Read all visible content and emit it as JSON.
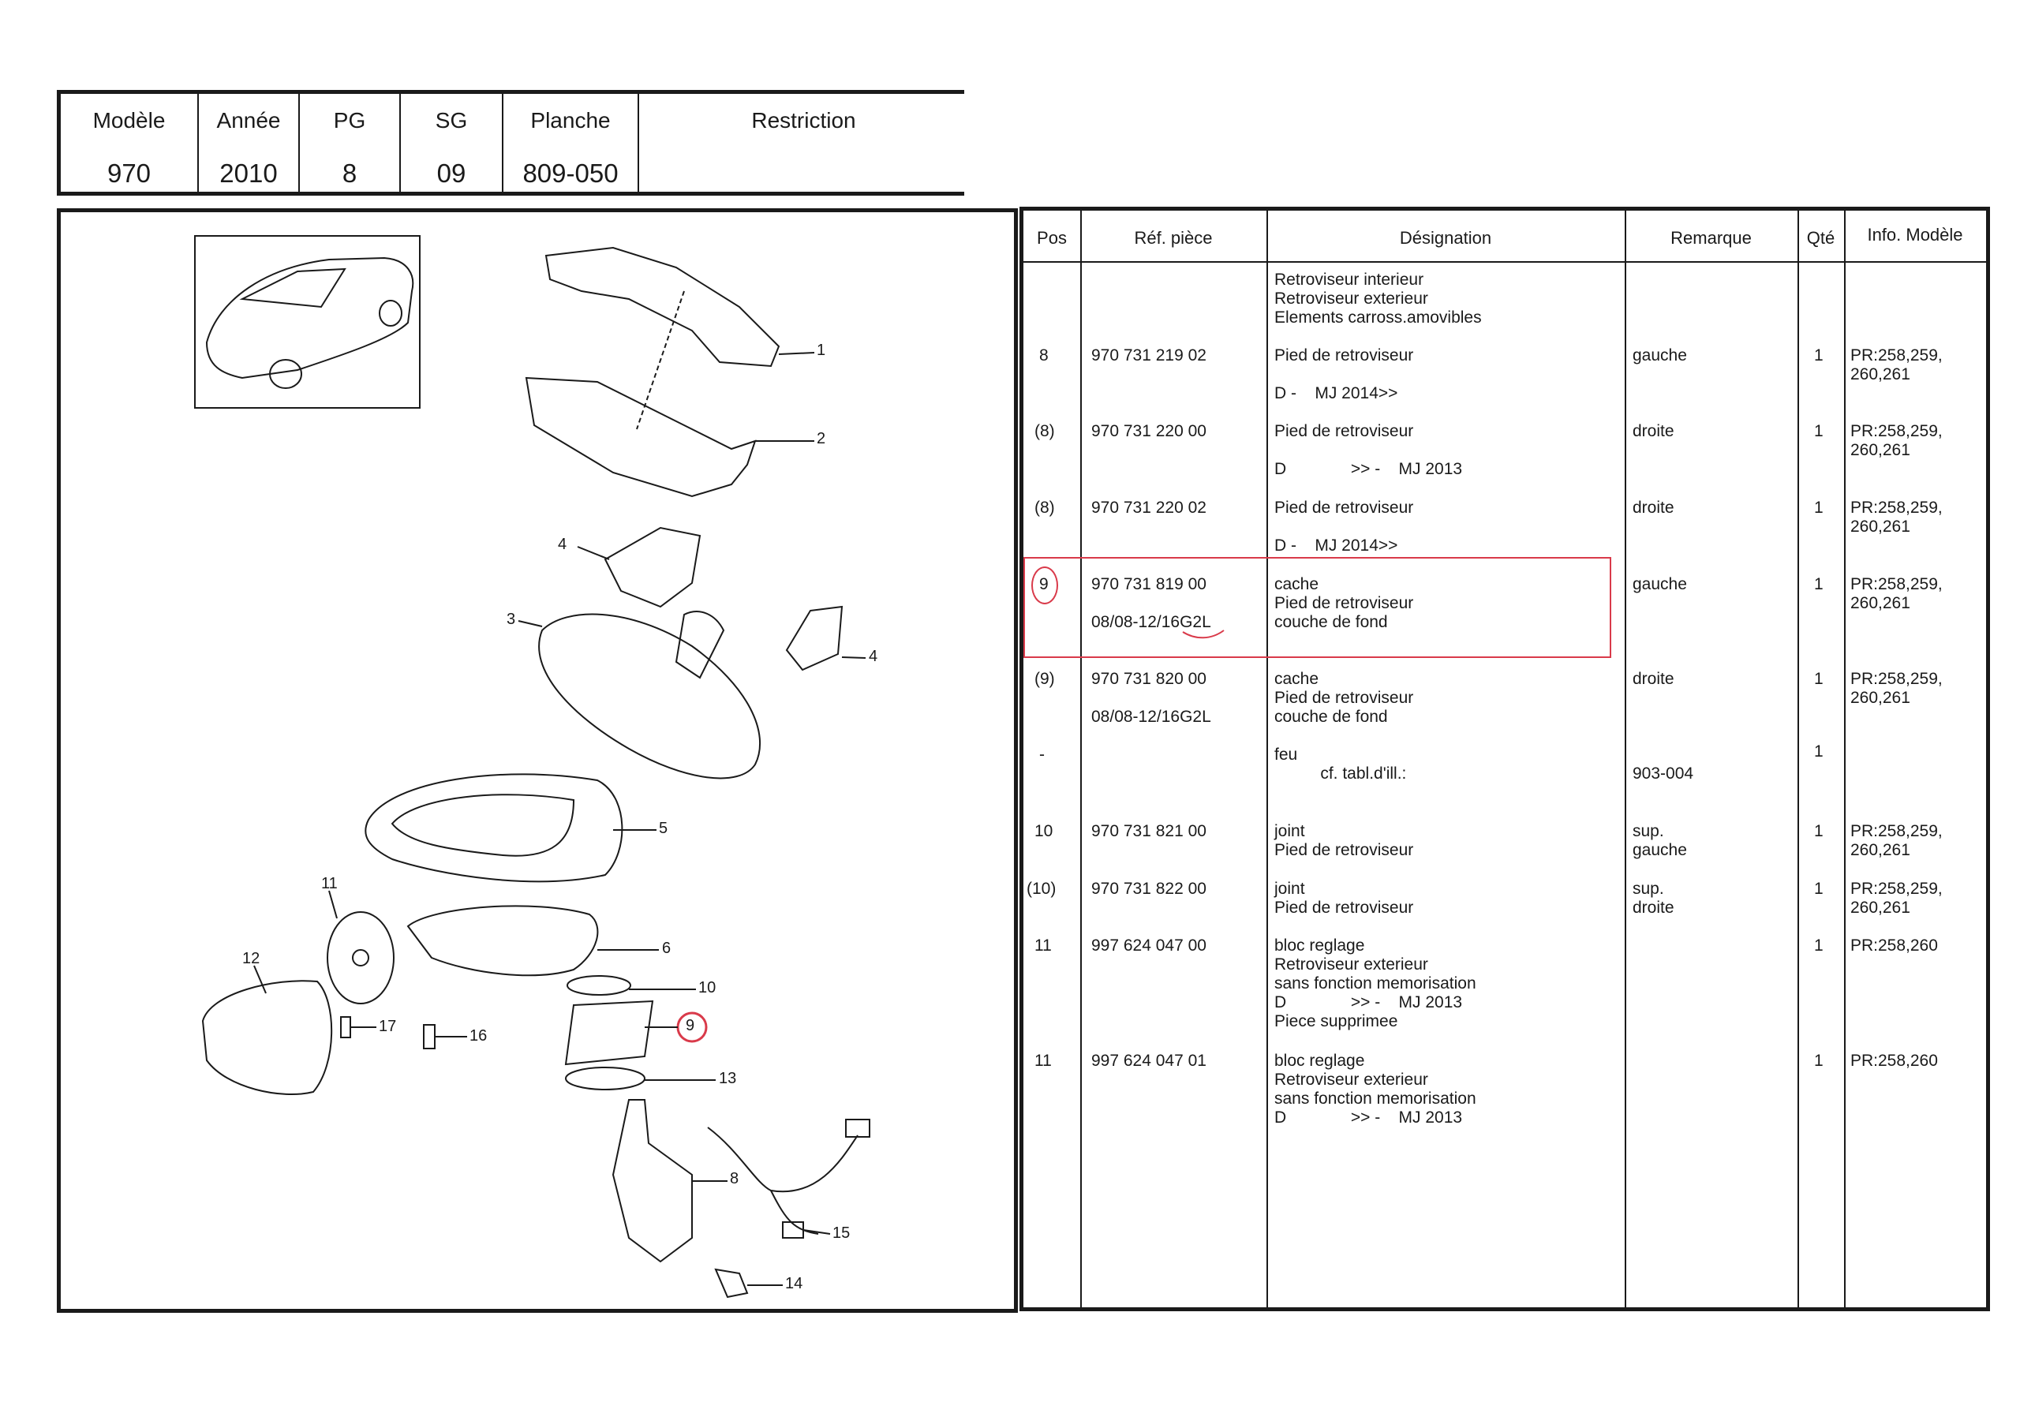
{
  "header": {
    "columns": [
      {
        "label": "Modèle",
        "value": "970"
      },
      {
        "label": "Année",
        "value": "2010"
      },
      {
        "label": "PG",
        "value": "8"
      },
      {
        "label": "SG",
        "value": "09"
      },
      {
        "label": "Planche",
        "value": "809-050"
      },
      {
        "label": "Restriction",
        "value": ""
      }
    ]
  },
  "table": {
    "headers": [
      "Pos",
      "Réf. pièce",
      "Désignation",
      "Remarque",
      "Qté",
      "Info. Modèle"
    ],
    "intro_lines": [
      "Retroviseur interieur",
      "Retroviseur exterieur",
      "Elements carross.amovibles"
    ],
    "rows": [
      {
        "pos": "8",
        "ref": "970 731 219 02",
        "designation": "Pied de retroviseur",
        "remark": "gauche",
        "qty": "1",
        "info": "PR:258,259,\n260,261",
        "extra_ref": "",
        "extra": "D -    MJ 2014>>"
      },
      {
        "pos": "(8)",
        "ref": "970 731 220 00",
        "designation": "Pied de retroviseur",
        "remark": "droite",
        "qty": "1",
        "info": "PR:258,259,\n260,261",
        "extra_ref": "",
        "extra": "D              >> -    MJ 2013"
      },
      {
        "pos": "(8)",
        "ref": "970 731 220 02",
        "designation": "Pied de retroviseur",
        "remark": "droite",
        "qty": "1",
        "info": "PR:258,259,\n260,261",
        "extra_ref": "",
        "extra": "D -    MJ 2014>>"
      },
      {
        "pos": "9",
        "ref": "970 731 819 00",
        "designation": "cache\nPied de retroviseur",
        "remark": "gauche",
        "qty": "1",
        "info": "PR:258,259,\n260,261",
        "extra_ref": "08/08-12/16G2L",
        "extra": "couche de fond"
      },
      {
        "pos": "(9)",
        "ref": "970 731 820 00",
        "designation": "cache\nPied de retroviseur",
        "remark": "droite",
        "qty": "1",
        "info": "PR:258,259,\n260,261",
        "extra_ref": "08/08-12/16G2L",
        "extra": "couche de fond"
      },
      {
        "pos": "-",
        "ref": "",
        "designation": "feu\n          cf. tabl.d'ill.:",
        "remark": "\n903-004",
        "qty": "1",
        "info": "",
        "extra_ref": "",
        "extra": ""
      },
      {
        "pos": "10",
        "ref": "970 731 821 00",
        "designation": "joint\nPied de retroviseur",
        "remark": "sup.\ngauche",
        "qty": "1",
        "info": "PR:258,259,\n260,261",
        "extra_ref": "",
        "extra": ""
      },
      {
        "pos": "(10)",
        "ref": "970 731 822 00",
        "designation": "joint\nPied de retroviseur",
        "remark": "sup.\ndroite",
        "qty": "1",
        "info": "PR:258,259,\n260,261",
        "extra_ref": "",
        "extra": ""
      },
      {
        "pos": "11",
        "ref": "997 624 047 00",
        "designation": "bloc reglage\nRetroviseur exterieur\nsans fonction memorisation\nD              >> -    MJ 2013\nPiece supprimee",
        "remark": "",
        "qty": "1",
        "info": "PR:258,260",
        "extra_ref": "",
        "extra": ""
      },
      {
        "pos": "11",
        "ref": "997 624 047 01",
        "designation": "bloc reglage\nRetroviseur exterieur\nsans fonction memorisation\nD              >> -    MJ 2013",
        "remark": "",
        "qty": "1",
        "info": "PR:258,260",
        "extra_ref": "",
        "extra": ""
      }
    ]
  },
  "diagram": {
    "labels": [
      "1",
      "2",
      "3",
      "4",
      "4",
      "5",
      "6",
      "8",
      "9",
      "10",
      "11",
      "12",
      "13",
      "14",
      "15",
      "16",
      "17"
    ]
  },
  "colors": {
    "ink": "#1a1a1a",
    "markup_red": "#d93a4a"
  }
}
